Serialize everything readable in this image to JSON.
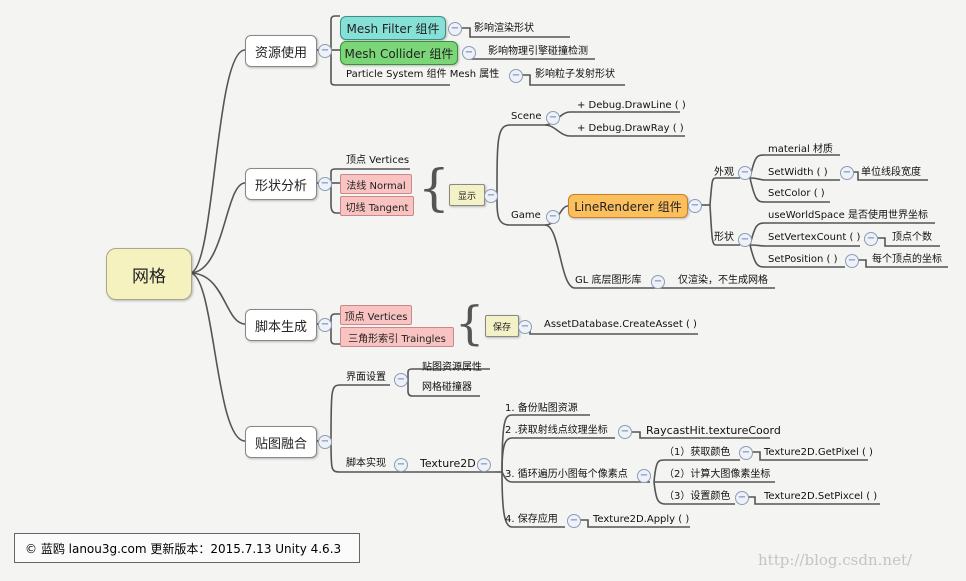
{
  "root": "网格",
  "b1": {
    "label": "资源使用",
    "mesh_filter": "Mesh Filter 组件",
    "mesh_filter_desc": "影响渲染形状",
    "mesh_collider": "Mesh Collider 组件",
    "mesh_collider_desc": "影响物理引擎碰撞检测",
    "particle": "Particle System 组件  Mesh 属性",
    "particle_desc": "影响粒子发射形状"
  },
  "b2": {
    "label": "形状分析",
    "vertices": "顶点 Vertices",
    "normal": "法线 Normal",
    "tangent": "切线 Tangent",
    "show": "显示",
    "scene": "Scene",
    "drawline": "+ Debug.DrawLine ( )",
    "drawray": "+ Debug.DrawRay ( )",
    "game": "Game",
    "linerenderer": "LineRenderer 组件",
    "look": "外观",
    "material": "material 材质",
    "setwidth": "SetWidth ( )",
    "setwidth_desc": "单位线段宽度",
    "setcolor": "SetColor ( )",
    "shape": "形状",
    "useworld": "useWorldSpace 是否使用世界坐标",
    "setvertexcount": "SetVertexCount ( )",
    "setvertexcount_desc": "顶点个数",
    "setposition": "SetPosition ( )",
    "setposition_desc": "每个顶点的坐标",
    "gl": "GL 底层图形库",
    "gl_desc": "仅渲染，不生成网格"
  },
  "b3": {
    "label": "脚本生成",
    "vertices": "顶点 Vertices",
    "triangles": "三角形索引 Traingles",
    "save": "保存",
    "asset": "AssetDatabase.CreateAsset ( )"
  },
  "b4": {
    "label": "贴图融合",
    "ui": "界面设置",
    "tex_prop": "贴图资源属性",
    "mesh_collider": "网格碰撞器",
    "script": "脚本实现",
    "texture2d": "Texture2D",
    "s1": "1. 备份贴图资源",
    "s2": "2 .获取射线点纹理坐标",
    "s2_api": "RaycastHit.textureCoord",
    "s3": "3. 循环遍历小图每个像素点",
    "s3a": "（1）获取颜色",
    "s3a_api": "Texture2D.GetPixel ( )",
    "s3b": "（2）计算大图像素坐标",
    "s3c": "（3）设置颜色",
    "s3c_api": "Texture2D.SetPixcel ( )",
    "s4": "4. 保存应用",
    "s4_api": "Texture2D.Apply ( )"
  },
  "footer": "© 蓝鸥 lanou3g.com 更新版本：2015.7.13 Unity 4.6.3",
  "watermark": "http://blog.csdn.net/",
  "collapse_glyph": "−",
  "brace_glyph": "{"
}
